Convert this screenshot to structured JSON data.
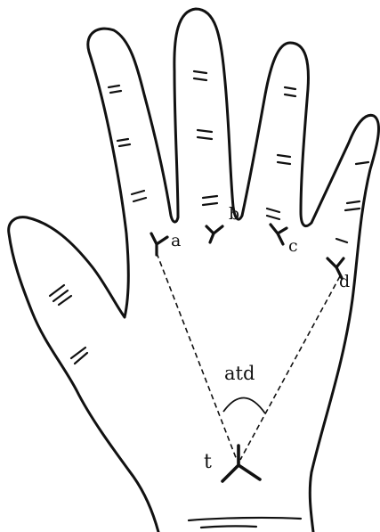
{
  "labels": {
    "triradius_a": "a",
    "triradius_b": "b",
    "triradius_c": "c",
    "triradius_d": "d",
    "triradius_t": "t",
    "angle": "atd"
  }
}
